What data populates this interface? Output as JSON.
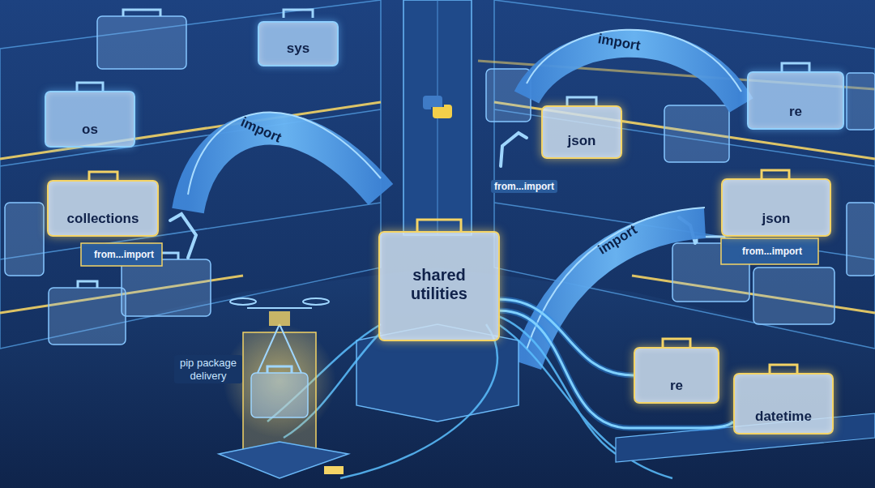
{
  "diagram": {
    "nodes": [
      {
        "text": [
          "sys"
        ]
      },
      {
        "text": [
          "os"
        ]
      },
      {
        "text": [
          "json"
        ]
      },
      {
        "text": [
          "re"
        ]
      },
      {
        "text": [
          "collections"
        ]
      },
      {
        "text": [
          "shared utilities"
        ]
      },
      {
        "text": [
          "json"
        ]
      },
      {
        "text": [
          "re"
        ]
      },
      {
        "text": [
          "datetime"
        ]
      }
    ],
    "edges": [
      {
        "from": 5,
        "to": 7,
        "arrow": "none"
      },
      {
        "from": 5,
        "to": 8,
        "arrow": "none"
      }
    ],
    "labels": [
      "import",
      "import",
      "from...import",
      "import",
      "from...import",
      "from...import",
      "pip package delivery"
    ]
  }
}
